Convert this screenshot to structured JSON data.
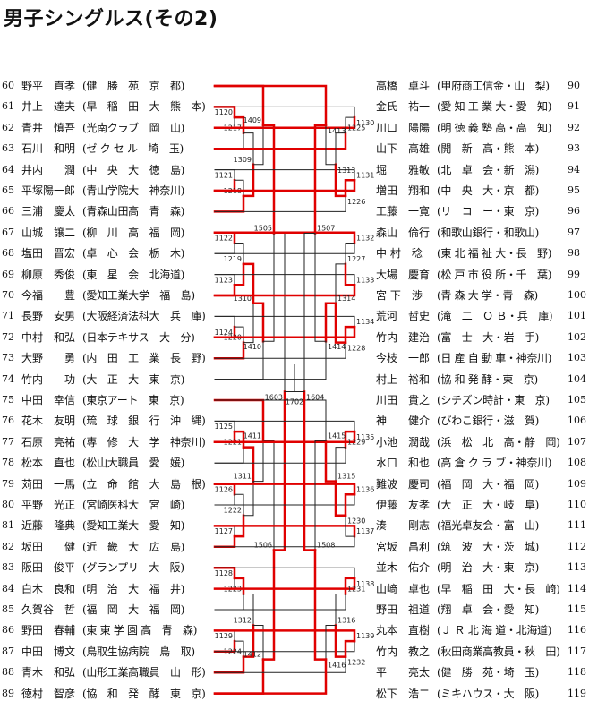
{
  "title": "男子シングルス(その2)",
  "left_players": [
    {
      "seed": "60",
      "name": "野平　直孝",
      "aff": "(健　勝　苑　京　都)"
    },
    {
      "seed": "61",
      "name": "井上　達夫",
      "aff": "(早　稲　田　大　熊　本)"
    },
    {
      "seed": "62",
      "name": "青井　慎吾",
      "aff": "(光南クラブ　岡　山)"
    },
    {
      "seed": "63",
      "name": "石川　和明",
      "aff": "(ゼ ク セ ル　埼　玉)"
    },
    {
      "seed": "64",
      "name": "井内　　潤",
      "aff": "(中　央　大　徳　島)"
    },
    {
      "seed": "65",
      "name": "平塚陽一郎",
      "aff": "(青山学院大　神奈川)"
    },
    {
      "seed": "66",
      "name": "三浦　慶太",
      "aff": "(青森山田高　青　森)"
    },
    {
      "seed": "67",
      "name": "山城　譲二",
      "aff": "(柳　川　高　福　岡)"
    },
    {
      "seed": "68",
      "name": "塩田　晋宏",
      "aff": "(卓　心　会　栃　木)"
    },
    {
      "seed": "69",
      "name": "柳原　秀俊",
      "aff": "(東　星　会　北海道)"
    },
    {
      "seed": "70",
      "name": "今福　　豊",
      "aff": "(愛知工業大学　福　島)"
    },
    {
      "seed": "71",
      "name": "長野　安男",
      "aff": "(大阪経済法科大　兵　庫)"
    },
    {
      "seed": "72",
      "name": "中村　和弘",
      "aff": "(日本テキサス　大　分)"
    },
    {
      "seed": "73",
      "name": "大野　　勇",
      "aff": "(内　田　工　業　長　野)"
    },
    {
      "seed": "74",
      "name": "竹内　　功",
      "aff": "(大　正　大　東　京)"
    },
    {
      "seed": "75",
      "name": "中田　幸信",
      "aff": "(東京アート　東　京)"
    },
    {
      "seed": "76",
      "name": "花木　友明",
      "aff": "(琉　球　銀　行　沖　縄)"
    },
    {
      "seed": "77",
      "name": "石原　亮祐",
      "aff": "(専　修　大　学　神奈川)"
    },
    {
      "seed": "78",
      "name": "松本　直也",
      "aff": "(松山大職員　愛　媛)"
    },
    {
      "seed": "79",
      "name": "苅田　一馬",
      "aff": "(立　命　館　大　島　根)"
    },
    {
      "seed": "80",
      "name": "平野　光正",
      "aff": "(宮崎医科大　宮　崎)"
    },
    {
      "seed": "81",
      "name": "近藤　隆典",
      "aff": "(愛知工業大　愛　知)"
    },
    {
      "seed": "82",
      "name": "坂田　　健",
      "aff": "(近　畿　大　広　島)"
    },
    {
      "seed": "83",
      "name": "阪田　俊平",
      "aff": "(グランプリ　大　阪)"
    },
    {
      "seed": "84",
      "name": "白木　良和",
      "aff": "(明　治　大　福　井)"
    },
    {
      "seed": "85",
      "name": "久賀谷　哲",
      "aff": "(福　岡　大　福　岡)"
    },
    {
      "seed": "86",
      "name": "野田　春輔",
      "aff": "(東 東 学 園 高　青　森)"
    },
    {
      "seed": "87",
      "name": "中田　博文",
      "aff": "(鳥取生協病院　鳥　取)"
    },
    {
      "seed": "88",
      "name": "青木　和弘",
      "aff": "(山形工業高職員　山　形)"
    },
    {
      "seed": "89",
      "name": "徳村　智彦",
      "aff": "(協　和　発　酵　東　京)"
    }
  ],
  "right_players": [
    {
      "seed": "90",
      "name": "高橋　卓斗",
      "aff": "(甲府商工信金・山　梨)"
    },
    {
      "seed": "91",
      "name": "金氏　祐一",
      "aff": "(愛 知 工 業 大・愛　知)"
    },
    {
      "seed": "92",
      "name": "川口　陽陽",
      "aff": "(明 徳 義 塾 高・高　知)"
    },
    {
      "seed": "93",
      "name": "山下　高雄",
      "aff": "(開　新　高・熊　本)"
    },
    {
      "seed": "94",
      "name": "堀　　雅敏",
      "aff": "(北　卓　会・新　潟)"
    },
    {
      "seed": "95",
      "name": "増田　翔和",
      "aff": "(中　央　大・京　都)"
    },
    {
      "seed": "96",
      "name": "工藤　一寛",
      "aff": "(リ　コ　ー・東　京)"
    },
    {
      "seed": "97",
      "name": "森山　倫行",
      "aff": "(和歌山銀行・和歌山)"
    },
    {
      "seed": "98",
      "name": "中 村　稔",
      "aff": "(東 北 福 祉 大・長　野)"
    },
    {
      "seed": "99",
      "name": "大場　慶育",
      "aff": "(松 戸 市 役 所・千　葉)"
    },
    {
      "seed": "100",
      "name": "宮 下　渉",
      "aff": "(青 森 大 学・青　森)"
    },
    {
      "seed": "101",
      "name": "荒河　哲史",
      "aff": "(滝　二　Ｏ Ｂ・兵　庫)"
    },
    {
      "seed": "102",
      "name": "竹内　建治",
      "aff": "(富　士　大・岩　手)"
    },
    {
      "seed": "103",
      "name": "今枝　一郎",
      "aff": "(日 産 自 動 車・神奈川)"
    },
    {
      "seed": "104",
      "name": "村上　裕和",
      "aff": "(協 和 発 酵・東　京)"
    },
    {
      "seed": "105",
      "name": "川田　貴之",
      "aff": "(シチズン時計・東　京)"
    },
    {
      "seed": "106",
      "name": "神　　健介",
      "aff": "(びわこ銀行・滋　賀)"
    },
    {
      "seed": "107",
      "name": "小池　潤哉",
      "aff": "(浜　松　北　高・静　岡)"
    },
    {
      "seed": "108",
      "name": "水口　和也",
      "aff": "(高 倉 ク ラ ブ・神奈川)"
    },
    {
      "seed": "109",
      "name": "難波　慶司",
      "aff": "(福　岡　大・福　岡)"
    },
    {
      "seed": "110",
      "name": "伊藤　友孝",
      "aff": "(大　正　大・岐　阜)"
    },
    {
      "seed": "111",
      "name": "湊　　剛志",
      "aff": "(福光卓友会・富　山)"
    },
    {
      "seed": "112",
      "name": "宮坂　昌利",
      "aff": "(筑　波　大・茨　城)"
    },
    {
      "seed": "113",
      "name": "並木　佑介",
      "aff": "(明　治　大・東　京)"
    },
    {
      "seed": "114",
      "name": "山﨑　卓也",
      "aff": "(早　稲　田　大・長　崎)"
    },
    {
      "seed": "115",
      "name": "野田　祖道",
      "aff": "(翔　卓　会・愛　知)"
    },
    {
      "seed": "116",
      "name": "丸本　直樹",
      "aff": "(Ｊ Ｒ 北 海 道・北海道)"
    },
    {
      "seed": "117",
      "name": "竹内　教之",
      "aff": "(秋田商業高教員・秋　田)"
    },
    {
      "seed": "118",
      "name": "平　　亮太",
      "aff": "(健　勝　苑・埼　玉)"
    },
    {
      "seed": "119",
      "name": "松下　浩二",
      "aff": "(ミキハウス・大　阪)"
    }
  ],
  "match_numbers": {
    "left_r1": [
      "1120",
      "1121",
      "1122",
      "1123",
      "1124",
      "1125",
      "1126",
      "1127",
      "1128",
      "1129"
    ],
    "left_r2": [
      "1217",
      "1218",
      "1219",
      "1220",
      "1221",
      "1222",
      "1223",
      "1224"
    ],
    "left_r3": [
      "1309",
      "1310",
      "1311",
      "1312"
    ],
    "left_r4": [
      "1409",
      "1410",
      "1411",
      "1412"
    ],
    "left_r5": [
      "1505",
      "1506"
    ],
    "left_r6": "1603",
    "final": "1702",
    "right_r6": "1604",
    "right_r5": [
      "1507",
      "1508"
    ],
    "right_r4": [
      "1413",
      "1414",
      "1415",
      "1416"
    ],
    "right_r3": [
      "1313",
      "1314",
      "1315",
      "1316"
    ],
    "right_r2": [
      "1225",
      "1226",
      "1227",
      "1228",
      "1229",
      "1230",
      "1231",
      "1232"
    ],
    "right_r1": [
      "1130",
      "1131",
      "1132",
      "1133",
      "1134",
      "1135",
      "1136",
      "1137",
      "1138",
      "1139"
    ]
  },
  "colors": {
    "winner_line": "#e00000",
    "loser_line": "#222222"
  }
}
